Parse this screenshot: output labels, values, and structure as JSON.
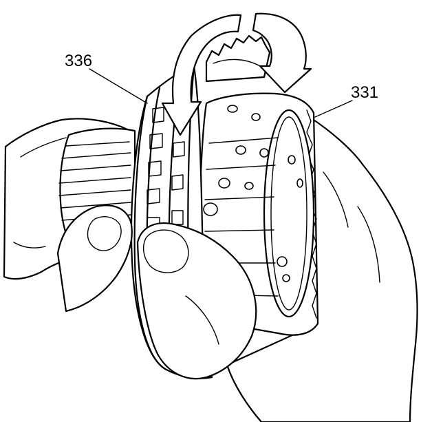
{
  "figure": {
    "callouts": [
      {
        "id": "336",
        "label": "336"
      },
      {
        "id": "331",
        "label": "331"
      }
    ]
  }
}
